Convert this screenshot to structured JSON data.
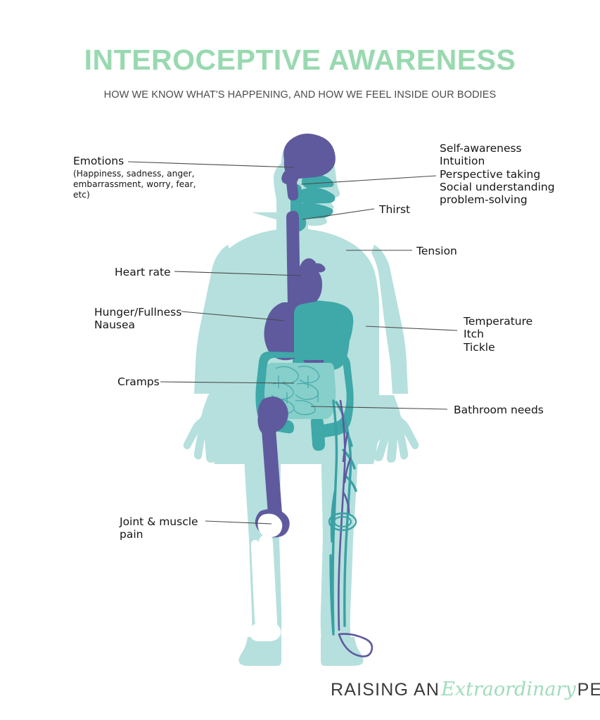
{
  "header": {
    "title": "INTEROCEPTIVE AWARENESS",
    "subtitle": "HOW WE KNOW WHAT'S HAPPENING, AND HOW WE FEEL INSIDE OUR BODIES"
  },
  "labels": {
    "emotions": {
      "title": "Emotions",
      "detail": "(Happiness, sadness, anger,\nembarrassment, worry, fear,\netc)"
    },
    "cognition": "Self-awareness\nIntuition\nPerspective taking\nSocial understanding\nproblem-solving",
    "thirst": "Thirst",
    "tension": "Tension",
    "heart_rate": "Heart rate",
    "hunger": "Hunger/Fullness\nNausea",
    "temperature": "Temperature\nItch\nTickle",
    "cramps": "Cramps",
    "bathroom": "Bathroom needs",
    "joint_pain": "Joint & muscle\npain"
  },
  "footer": {
    "logo_part1": "RAISING AN",
    "logo_part2": "Extraordinary",
    "logo_part3": "PERSON"
  },
  "colors": {
    "title_green": "#99d9b0",
    "subtitle_gray": "#4c4c4c",
    "body_teal": "#b5e0dd",
    "body_teal_dark": "#9ed5d1",
    "organ_purple": "#5f5a9e",
    "organ_teal": "#3fa8a8",
    "organ_teal_light": "#86cfca",
    "vessel_teal": "#3aa0a4",
    "vessel_purple": "#5e59a0",
    "bone_white": "#ffffff",
    "leader_line": "#4a4a4a",
    "label_text": "#151515"
  },
  "diagram": {
    "figure": "human-body-anatomy-silhouette",
    "organs": [
      "brain",
      "mouth-throat",
      "esophagus",
      "heart",
      "lungs",
      "stomach",
      "liver",
      "large-intestine",
      "small-intestine",
      "bladder",
      "femur",
      "knee",
      "tibia",
      "fibula",
      "foot-bones",
      "leg-arteries",
      "leg-veins"
    ]
  }
}
